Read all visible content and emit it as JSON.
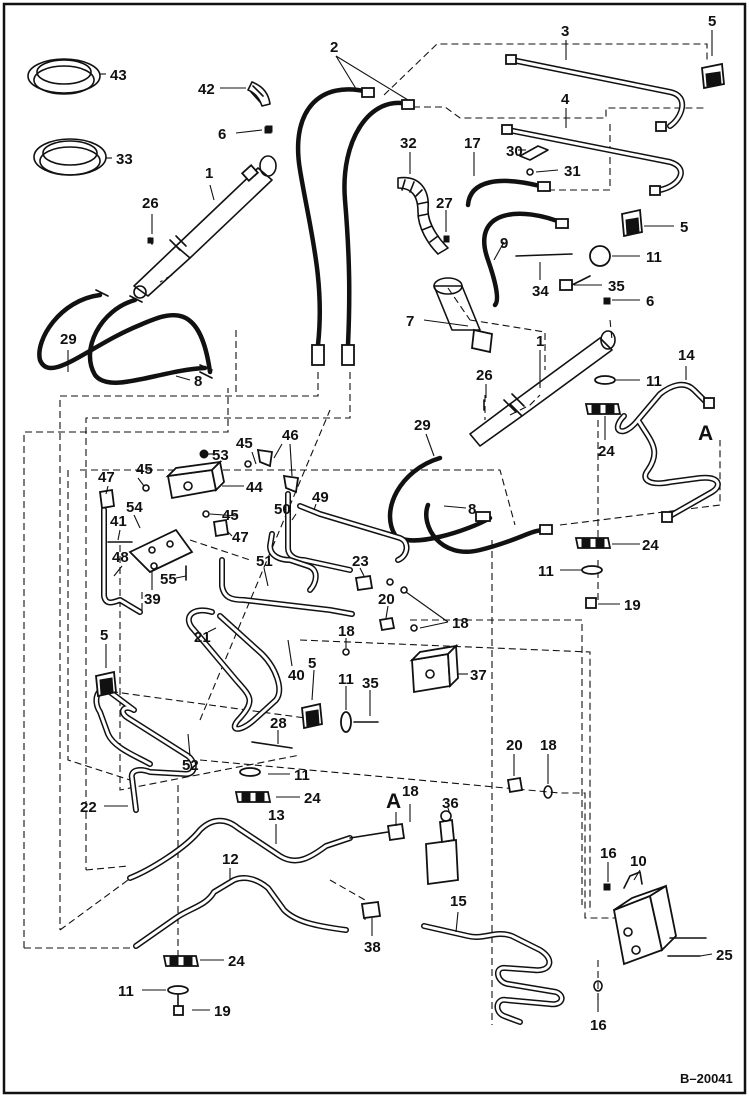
{
  "reference": "B–20041",
  "section_label_a": "A",
  "callouts": {
    "c1": "1",
    "c1b": "1",
    "c2": "2",
    "c3": "3",
    "c4": "4",
    "c5a": "5",
    "c5b": "5",
    "c5c": "5",
    "c5d": "5",
    "c6a": "6",
    "c6b": "6",
    "c7": "7",
    "c8a": "8",
    "c8b": "8",
    "c9": "9",
    "c10": "10",
    "c11a": "11",
    "c11b": "11",
    "c11c": "11",
    "c11d": "11",
    "c11e": "11",
    "c11f": "11",
    "c12": "12",
    "c13": "13",
    "c14": "14",
    "c15": "15",
    "c16a": "16",
    "c16b": "16",
    "c17": "17",
    "c18a": "18",
    "c18b": "18",
    "c18c": "18",
    "c18d": "18",
    "c19a": "19",
    "c19b": "19",
    "c20a": "20",
    "c20b": "20",
    "c21": "21",
    "c22": "22",
    "c23": "23",
    "c24a": "24",
    "c24b": "24",
    "c24c": "24",
    "c24d": "24",
    "c25": "25",
    "c26a": "26",
    "c26b": "26",
    "c27": "27",
    "c28": "28",
    "c29a": "29",
    "c29b": "29",
    "c30": "30",
    "c31": "31",
    "c32": "32",
    "c33": "33",
    "c34": "34",
    "c35a": "35",
    "c35b": "35",
    "c36": "36",
    "c37": "37",
    "c38": "38",
    "c39": "39",
    "c40": "40",
    "c41": "41",
    "c42": "42",
    "c43": "43",
    "c44": "44",
    "c45a": "45",
    "c45b": "45",
    "c45c": "45",
    "c46": "46",
    "c47a": "47",
    "c47b": "47",
    "c48": "48",
    "c49": "49",
    "c50": "50",
    "c51": "51",
    "c52": "52",
    "c53": "53",
    "c54": "54",
    "c55": "55"
  }
}
